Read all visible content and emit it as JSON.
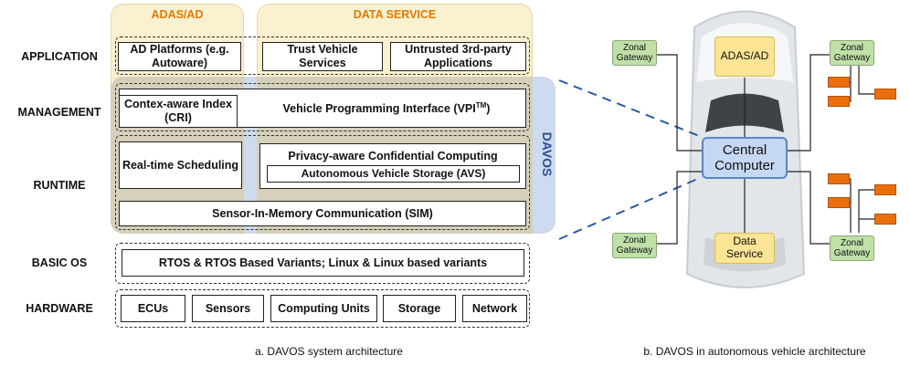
{
  "layers": {
    "application": "APPLICATION",
    "management": "MANAGEMENT",
    "runtime": "RUNTIME",
    "basic_os": "BASIC OS",
    "hardware": "HARDWARE"
  },
  "groups": {
    "adas_header": "ADAS/AD",
    "data_service_header": "DATA SERVICE",
    "davos_label": "DAVOS"
  },
  "application": {
    "ad_platforms": "AD Platforms (e.g. Autoware)",
    "trust_services": "Trust Vehicle Services",
    "untrusted_apps": "Untrusted 3rd-party Applications"
  },
  "management": {
    "cri": "Contex-aware Index (CRI)",
    "vpi": "Vehicle Programming Interface (VPI",
    "vpi_tm": "TM",
    "vpi_close": ")"
  },
  "runtime": {
    "realtime": "Real-time Scheduling",
    "privacy": "Privacy-aware Confidential Computing",
    "avs": "Autonomous Vehicle Storage (AVS)",
    "sim": "Sensor-In-Memory Communication (SIM)"
  },
  "basic_os": {
    "variants": "RTOS & RTOS Based Variants;  Linux & Linux based variants"
  },
  "hardware": {
    "items": [
      "ECUs",
      "Sensors",
      "Computing Units",
      "Storage",
      "Network"
    ]
  },
  "vehicle": {
    "adas": "ADAS/AD",
    "central": "Central Computer",
    "data_service": "Data Service",
    "zonal": "Zonal Gateway"
  },
  "captions": {
    "a": "a.  DAVOS system architecture",
    "b": "b.  DAVOS in autonomous vehicle architecture"
  },
  "colors": {
    "header_orange": "#e07b00",
    "yellow_bg": "#fbf0cf",
    "blue_bg": "#c6d4ea",
    "gray_bg": "#cfc7b0",
    "gateway_green": "#bfe0a8",
    "orange_ecu": "#ea6f0c"
  }
}
